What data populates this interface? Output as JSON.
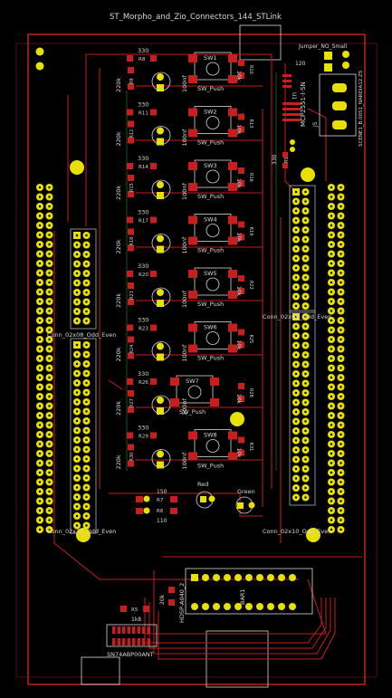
{
  "title": "ST_Morpho_and_Zio_Connectors_144_STLink",
  "colors": {
    "background": "#000000",
    "copper_front": "#c81e1e",
    "copper_back": "#1e8a1e",
    "pad": "#e8e000",
    "pad_hole": "#000000",
    "silk": "#d8d8d8",
    "ref_text": "#d8d8d8",
    "courtyard": "#b0b0b0"
  },
  "jumper": {
    "name": "Jumper_NO_Small",
    "ref_vertical": "SCENE1_B.00S1_NARDIA12.ZS",
    "part": "MCP2551-I-SN",
    "j_ref": "J5",
    "u_ref": "U1",
    "r_value": "120"
  },
  "buttons": [
    {
      "ref": "SW1",
      "label": "SW_Push",
      "r_top": "R8",
      "r_pull": "R9",
      "v_top": "330",
      "v_pull": "220k",
      "cap": "100nf",
      "cap_ref": "C1",
      "rr": "R10",
      "rr_val": "10k"
    },
    {
      "ref": "SW2",
      "label": "SW_Push",
      "r_top": "R11",
      "r_pull": "R12",
      "v_top": "330",
      "v_pull": "220k",
      "cap": "100nf",
      "cap_ref": "C2",
      "rr": "R13",
      "rr_val": "10k"
    },
    {
      "ref": "SW3",
      "label": "SW_Push",
      "r_top": "R14",
      "r_pull": "R15",
      "v_top": "330",
      "v_pull": "220k",
      "cap": "100nf",
      "cap_ref": "C3",
      "rr": "R16",
      "rr_val": "10k"
    },
    {
      "ref": "SW4",
      "label": "SW_Push",
      "r_top": "R17",
      "r_pull": "R18",
      "v_top": "330",
      "v_pull": "220k",
      "cap": "100nf",
      "cap_ref": "C4",
      "rr": "R19",
      "rr_val": "10k"
    },
    {
      "ref": "SW5",
      "label": "SW_Push",
      "r_top": "R20",
      "r_pull": "R21",
      "v_top": "330",
      "v_pull": "220k",
      "cap": "100nf",
      "cap_ref": "C5",
      "rr": "R22",
      "rr_val": "10k"
    },
    {
      "ref": "SW6",
      "label": "SW_Push",
      "r_top": "R23",
      "r_pull": "R24",
      "v_top": "330",
      "v_pull": "220k",
      "cap": "100nf",
      "cap_ref": "C6",
      "rr": "R25",
      "rr_val": "10k"
    },
    {
      "ref": "SW7",
      "label": "SW_Push",
      "r_top": "R26",
      "r_pull": "R27",
      "v_top": "330",
      "v_pull": "220k",
      "cap": "100nf",
      "cap_ref": "C7",
      "rr": "R28",
      "rr_val": "10k"
    },
    {
      "ref": "SW8",
      "label": "SW_Push",
      "r_top": "R29",
      "r_pull": "R30",
      "v_top": "330",
      "v_pull": "220k",
      "cap": "100nf",
      "cap_ref": "C8",
      "rr": "R31",
      "rr_val": "10k"
    }
  ],
  "connectors": {
    "left_upper": "Conn_02x08_Odd_Even",
    "left_lower": "Conn_02x10_Odd_Even",
    "right_upper": "Conn_02x08_Odd_Even",
    "right_lower": "Conn_02x10_Odd_Even"
  },
  "leds": {
    "red_label": "Red",
    "green_label": "Green",
    "r7": "R7",
    "r6": "R6",
    "v150": "150",
    "v110": "110",
    "r1": "R1",
    "r1_val": "330"
  },
  "bottom": {
    "display": "HDSP-A040_2",
    "bar": "BAR1",
    "rs": "R5",
    "rs_val": "1k8",
    "r4_val": "20k",
    "ic_label": "SN74ABP00ANT"
  }
}
